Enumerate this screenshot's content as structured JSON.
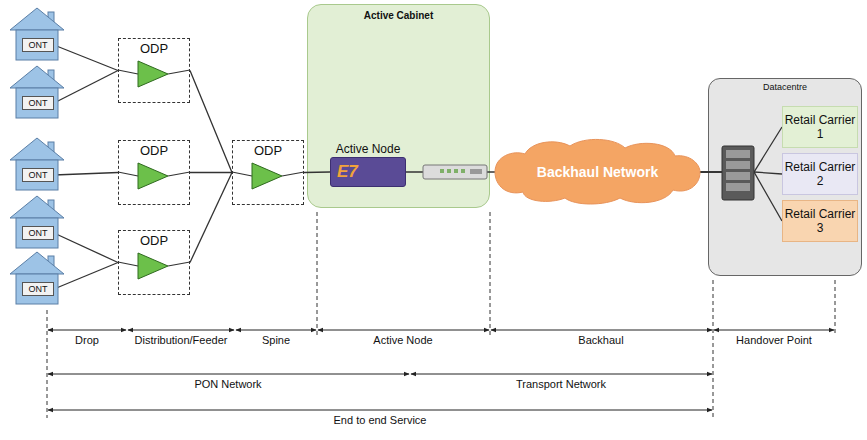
{
  "diagram": {
    "nodes": [
      {
        "text": [
          "ONT"
        ]
      },
      {
        "text": [
          "ONT"
        ]
      },
      {
        "text": [
          "ONT"
        ]
      },
      {
        "text": [
          "ONT"
        ]
      },
      {
        "text": [
          "ONT"
        ]
      },
      {
        "text": [
          "ODP"
        ]
      },
      {
        "text": [
          "ODP"
        ]
      },
      {
        "text": [
          "ODP"
        ]
      },
      {
        "text": [
          "ODP"
        ]
      },
      {
        "text": [
          "Active Cabinet"
        ]
      },
      {
        "text": [
          "Active Node",
          "E7"
        ],
        "in": 9
      },
      {
        "text": [
          "Backhaul Network"
        ]
      },
      {
        "text": [
          "Datacentre"
        ]
      },
      {
        "text": [
          "Retail Carrier 1"
        ],
        "in": 12
      },
      {
        "text": [
          "Retail Carrier 2"
        ],
        "in": 12
      },
      {
        "text": [
          "Retail Carrier 3"
        ],
        "in": 12
      }
    ],
    "edges": [
      {
        "from": 0,
        "to": 5,
        "arrow": "none"
      },
      {
        "from": 1,
        "to": 5,
        "arrow": "none"
      },
      {
        "from": 2,
        "to": 6,
        "arrow": "none"
      },
      {
        "from": 3,
        "to": 7,
        "arrow": "none"
      },
      {
        "from": 4,
        "to": 7,
        "arrow": "none"
      },
      {
        "from": 5,
        "to": 8,
        "arrow": "none"
      },
      {
        "from": 6,
        "to": 8,
        "arrow": "none"
      },
      {
        "from": 7,
        "to": 8,
        "arrow": "none"
      },
      {
        "from": 8,
        "to": 10,
        "arrow": "none"
      },
      {
        "from": 10,
        "to": 11,
        "arrow": "none"
      },
      {
        "from": 11,
        "to": 13,
        "arrow": "none"
      },
      {
        "from": 11,
        "to": 14,
        "arrow": "none"
      },
      {
        "from": 11,
        "to": 15,
        "arrow": "none"
      }
    ],
    "labels": [
      "Drop",
      "Distribution/Feeder",
      "Spine",
      "Active Node",
      "Backhaul",
      "Handover Point",
      "PON Network",
      "Transport Network",
      "End to end Service"
    ]
  }
}
